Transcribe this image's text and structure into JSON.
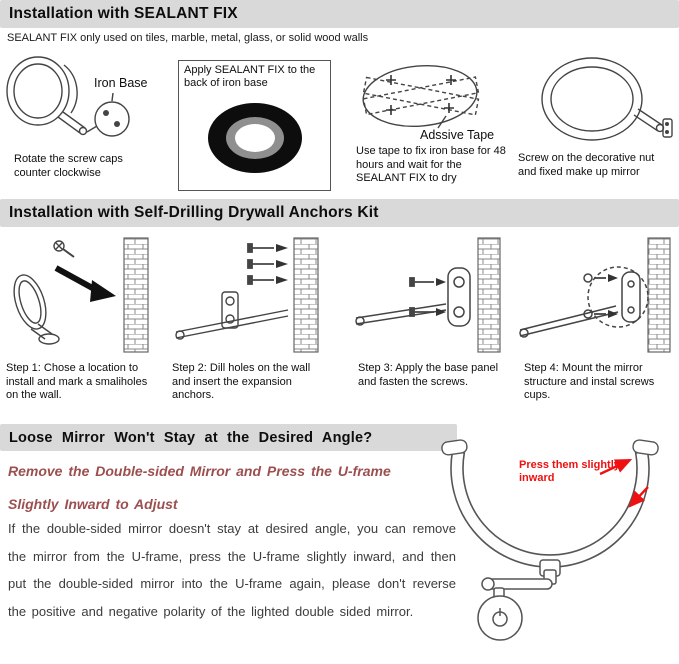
{
  "colors": {
    "header-bg": "#d9d9d9",
    "ink": "#111111",
    "line": "#4a4a4a",
    "maroon": "#9c4f4f",
    "accent-red": "#ee1111",
    "body-text": "#3c3c3c"
  },
  "sealant": {
    "title": "Installation with SEALANT FIX",
    "subtitle": "SEALANT FIX only used on tiles, marble, metal, glass, or solid wood walls",
    "panel1": {
      "label": "Iron Base",
      "caption": "Rotate the screw caps counter clockwise"
    },
    "panel2": {
      "box_text": "Apply SEALANT FIX to the back of iron base"
    },
    "panel3": {
      "label": "Adssive Tape",
      "caption": "Use tape to fix iron base for 48 hours and wait for the SEALANT FIX to dry"
    },
    "panel4": {
      "caption": "Screw on the decorative nut and fixed make up mirror"
    }
  },
  "drywall": {
    "title": "Installation with Self-Drilling Drywall Anchors Kit",
    "steps": [
      {
        "caption": "Step 1:  Chose a location to install and mark a smaliholes on the wall."
      },
      {
        "caption": "Step 2:  Dill holes on the wall and insert the expansion anchors."
      },
      {
        "caption": "Step 3:  Apply the base panel and fasten the screws."
      },
      {
        "caption": "Step 4:  Mount the mirror structure and instal screws cups."
      }
    ]
  },
  "loose": {
    "title": "Loose Mirror Won't Stay at the Desired Angle?",
    "subtitle": "Remove the Double-sided Mirror and Press the U-frame Slightly Inward to Adjust",
    "body": "If the double-sided mirror doesn't stay at desired angle, you can remove the mirror from the U-frame, press the U-frame slightly inward, and then put the double-sided mirror into the U-frame again, please don't reverse the positive and negative polarity of the lighted double sided mirror.",
    "annotation": "Press them slightly inward"
  }
}
